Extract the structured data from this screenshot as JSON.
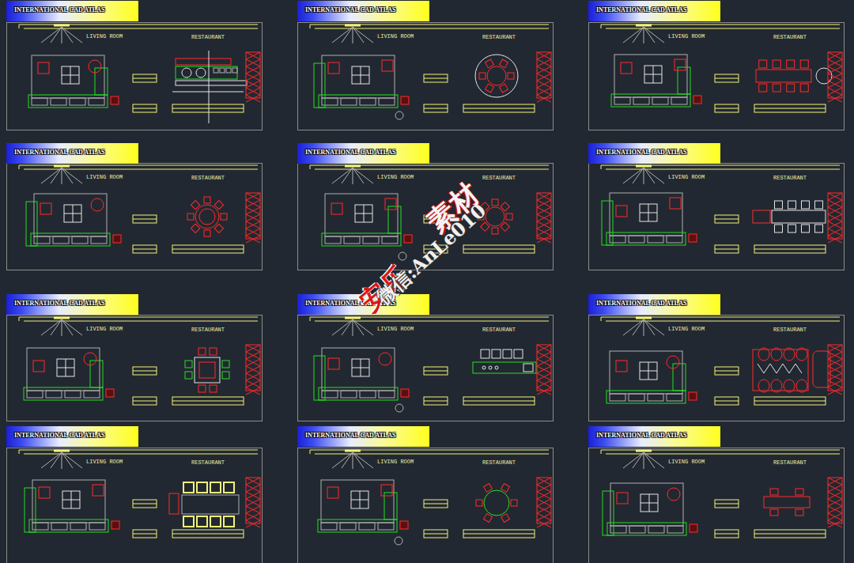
{
  "diagram": {
    "nodes": [
      {
        "text": [
          "INTERNATIONAL CAD ATLAS",
          "LIVING ROOM",
          "RESTAURANT"
        ]
      },
      {
        "text": [
          "INTERNATIONAL CAD ATLAS",
          "LIVING ROOM",
          "RESTAURANT"
        ]
      },
      {
        "text": [
          "INTERNATIONAL CAD ATLAS",
          "LIVING ROOM",
          "RESTAURANT"
        ]
      },
      {
        "text": [
          "INTERNATIONAL CAD ATLAS",
          "LIVING ROOM",
          "RESTAURANT"
        ]
      },
      {
        "text": [
          "INTERNATIONAL CAD ATLAS",
          "LIVING ROOM",
          "RESTAURANT"
        ]
      },
      {
        "text": [
          "INTERNATIONAL CAD ATLAS",
          "LIVING ROOM",
          "RESTAURANT"
        ]
      },
      {
        "text": [
          "INTERNATIONAL CAD ATLAS",
          "LIVING ROOM",
          "RESTAURANT"
        ]
      },
      {
        "text": [
          "INTERNATIONAL CAD ATLAS",
          "LIVING ROOM",
          "RESTAURANT"
        ]
      },
      {
        "text": [
          "INTERNATIONAL CAD ATLAS",
          "LIVING ROOM",
          "RESTAURANT"
        ]
      },
      {
        "text": [
          "INTERNATIONAL CAD ATLAS",
          "LIVING ROOM",
          "RESTAURANT"
        ]
      },
      {
        "text": [
          "INTERNATIONAL CAD ATLAS",
          "LIVING ROOM",
          "RESTAURANT"
        ]
      },
      {
        "text": [
          "INTERNATIONAL CAD ATLAS",
          "LIVING ROOM",
          "RESTAURANT"
        ]
      }
    ],
    "labels": [
      "素材",
      "安乐",
      "微信:AnLe010"
    ]
  }
}
